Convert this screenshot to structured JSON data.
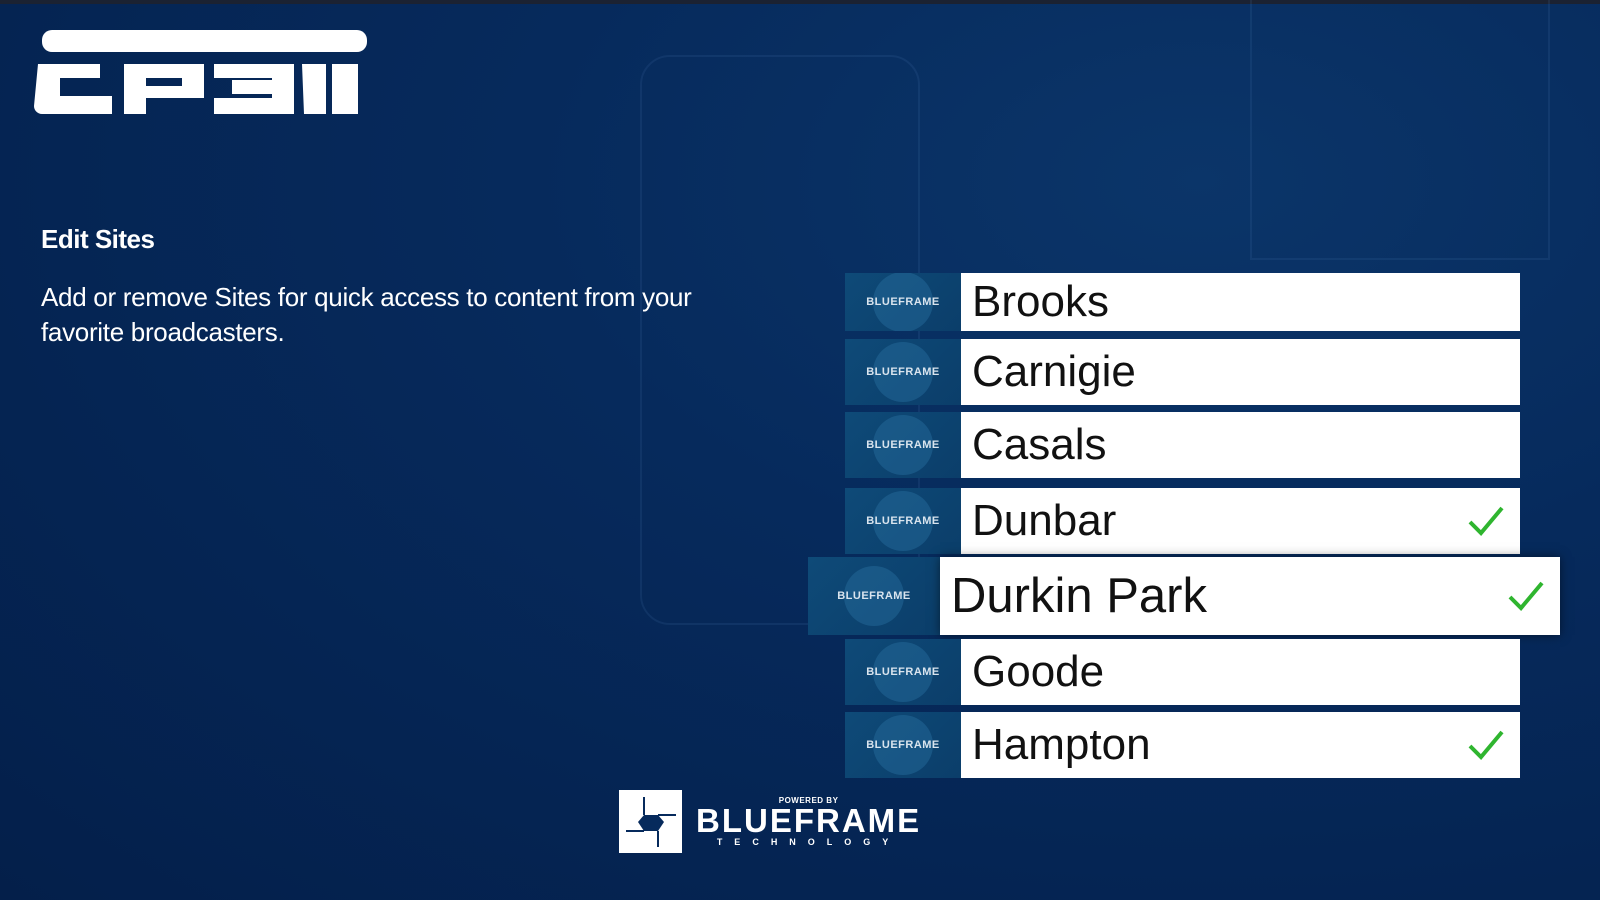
{
  "app": {
    "logo_text": "CPSN"
  },
  "page": {
    "title": "Edit Sites",
    "description": "Add or remove Sites for quick access to content from your favorite broadcasters."
  },
  "sites": [
    {
      "name": "Brooks",
      "thumb": "BLUEFRAME",
      "selected": false
    },
    {
      "name": "Carnigie",
      "thumb": "BLUEFRAME",
      "selected": false
    },
    {
      "name": "Casals",
      "thumb": "BLUEFRAME",
      "selected": false
    },
    {
      "name": "Dunbar",
      "thumb": "BLUEFRAME",
      "selected": true
    },
    {
      "name": "Durkin Park",
      "thumb": "BLUEFRAME",
      "selected": true,
      "focused": true
    },
    {
      "name": "Goode",
      "thumb": "BLUEFRAME",
      "selected": false
    },
    {
      "name": "Hampton",
      "thumb": "BLUEFRAME",
      "selected": true
    }
  ],
  "footer": {
    "powered": "POWERED BY",
    "brand": "BLUEFRAME",
    "sub": "TECHNOLOGY"
  },
  "colors": {
    "check": "#2fb52f",
    "background": "#062a5c"
  }
}
